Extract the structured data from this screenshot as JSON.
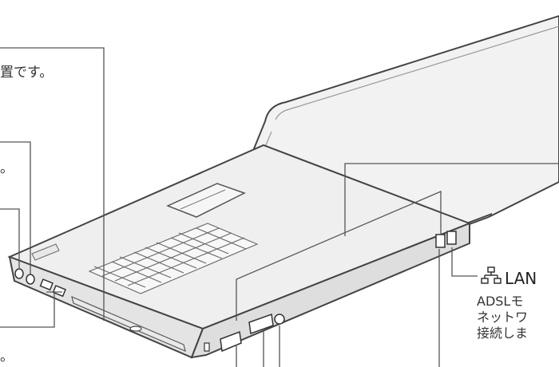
{
  "callouts": {
    "top_left_text": "置です。",
    "mid_left_text": "。",
    "bottom_left_text": "。",
    "lan": {
      "title": "LAN",
      "desc_lines": [
        "ADSLモ",
        "ネットワ",
        "接続しま"
      ],
      "icon": "lan-network-icon"
    }
  },
  "colors": {
    "line": "#555555",
    "lid_fill": "#f2f2f2",
    "body_fill": "#ececec",
    "outline": "#444444"
  }
}
